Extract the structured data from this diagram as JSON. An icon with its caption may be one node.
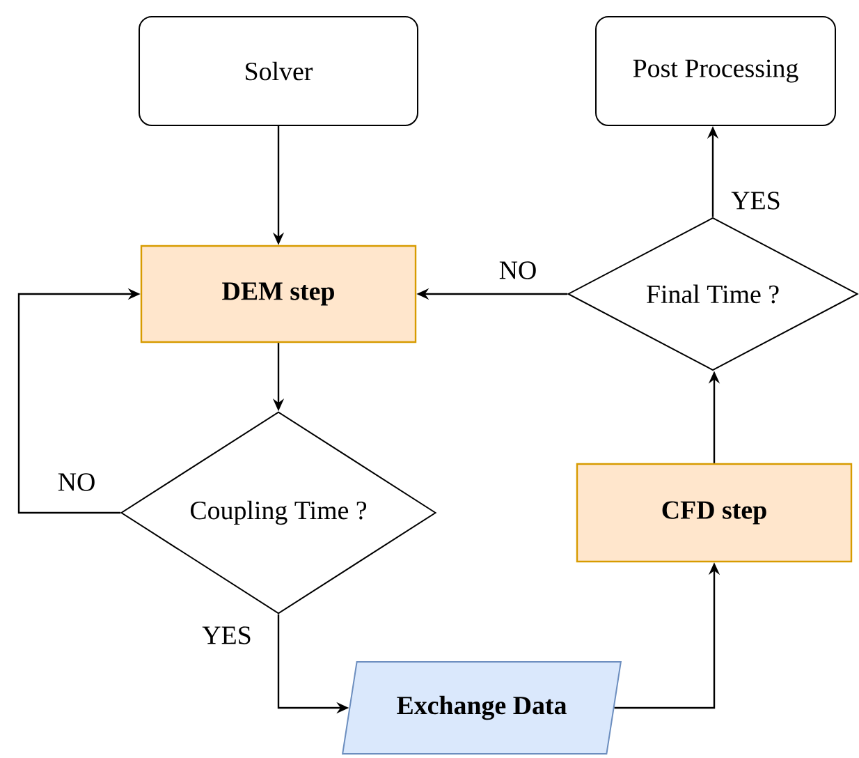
{
  "diagram": {
    "nodes": [
      {
        "text": [
          "Solver"
        ]
      },
      {
        "text": [
          "Post Processing"
        ]
      },
      {
        "text": [
          "DEM step"
        ]
      },
      {
        "text": [
          "Final Time ?"
        ]
      },
      {
        "text": [
          "CFD step"
        ]
      },
      {
        "text": [
          "Coupling Time ?"
        ]
      },
      {
        "text": [
          "Exchange Data"
        ]
      }
    ],
    "edges": [
      {
        "from": 0,
        "to": 2,
        "arrow": "to"
      },
      {
        "from": 2,
        "to": 5,
        "arrow": "to"
      },
      {
        "from": 5,
        "to": 2,
        "arrow": "to",
        "label": "NO"
      },
      {
        "from": 5,
        "to": 6,
        "arrow": "to",
        "label": "YES"
      },
      {
        "from": 6,
        "to": 4,
        "arrow": "to"
      },
      {
        "from": 4,
        "to": 3,
        "arrow": "to"
      },
      {
        "from": 3,
        "to": 2,
        "arrow": "to",
        "label": "NO"
      },
      {
        "from": 3,
        "to": 1,
        "arrow": "to",
        "label": "YES"
      }
    ]
  }
}
